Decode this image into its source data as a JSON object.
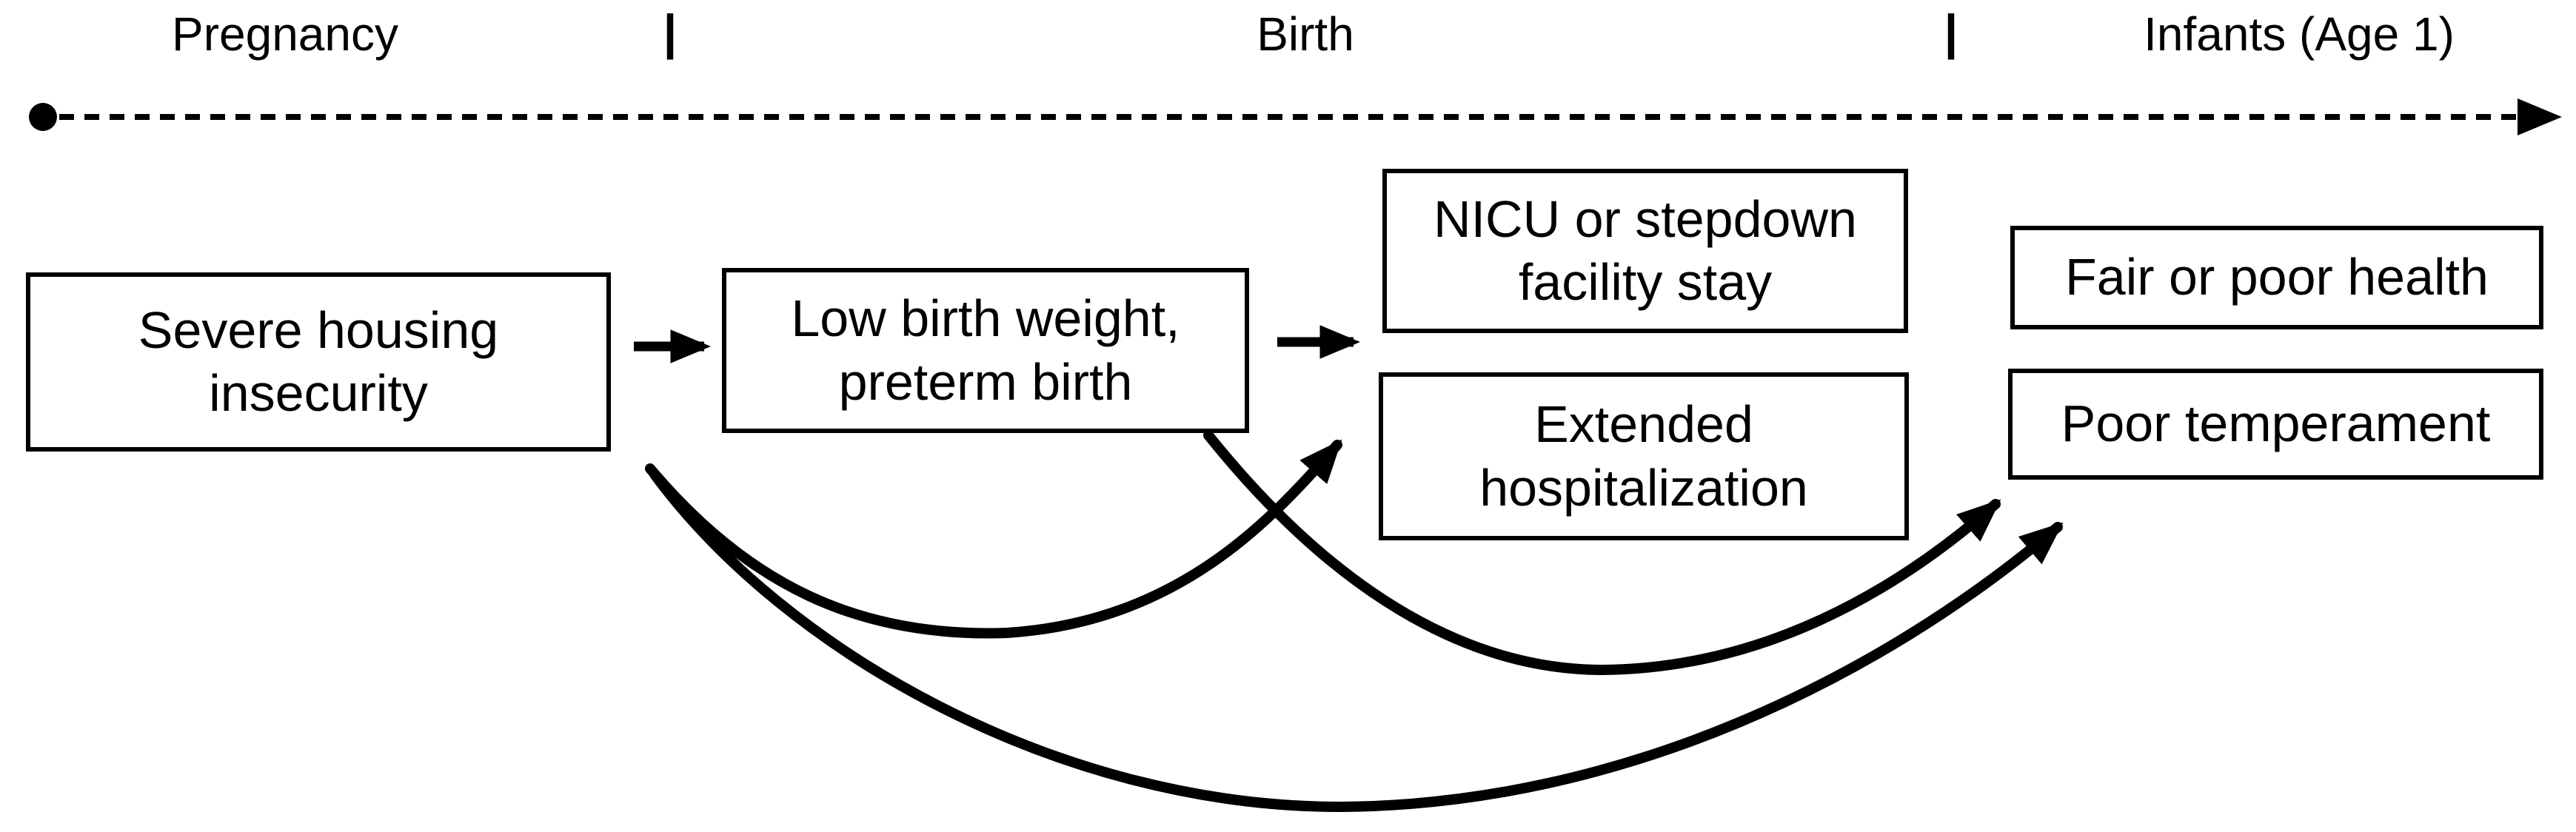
{
  "figure": {
    "ink_color": "#000000",
    "background_color": "#ffffff"
  },
  "timeline": {
    "stages": [
      {
        "label": "Pregnancy"
      },
      {
        "label": "Birth"
      },
      {
        "label": "Infants (Age 1)"
      }
    ],
    "separator_glyph": "|"
  },
  "boxes": {
    "housing": {
      "label": "Severe housing insecurity"
    },
    "lbw": {
      "label": "Low birth weight, preterm birth"
    },
    "nicu": {
      "label": "NICU or stepdown facility stay"
    },
    "extended": {
      "label": "Extended hospitalization"
    },
    "fair_health": {
      "label": "Fair or poor health"
    },
    "temperament": {
      "label": "Poor temperament"
    }
  },
  "arrows": {
    "straight": [
      {
        "from": "Severe housing insecurity",
        "to": "Low birth weight, preterm birth"
      },
      {
        "from": "Low birth weight, preterm birth",
        "to": "NICU or stepdown facility stay"
      }
    ],
    "curved": [
      {
        "from": "Severe housing insecurity",
        "to": "Extended hospitalization"
      },
      {
        "from": "Severe housing insecurity",
        "to": "Poor temperament"
      },
      {
        "from": "Low birth weight, preterm birth",
        "to": "Poor temperament"
      }
    ]
  }
}
